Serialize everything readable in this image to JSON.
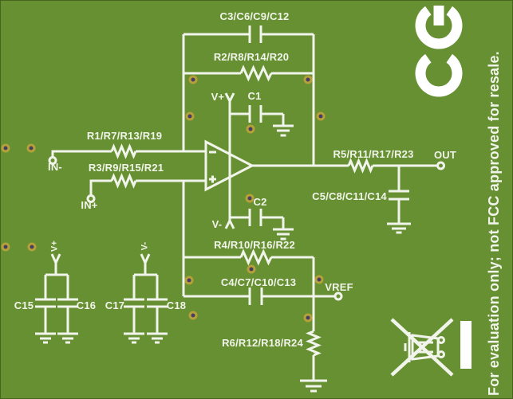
{
  "colors": {
    "board_green": "#679032",
    "silkscreen_white": "#f1f4ea",
    "via_ring_gold": "#b6a139",
    "via_center_purple": "#453e65"
  },
  "schematic": {
    "labels": {
      "c3": "C3/C6/C9/C12",
      "r2": "R2/R8/R14/R20",
      "v_plus": "V+",
      "c1": "C1",
      "r1": "R1/R7/R13/R19",
      "in_minus": "IN-",
      "r3": "R3/R9/R15/R21",
      "in_plus": "IN+",
      "r5": "R5/R11/R17/R23",
      "out": "OUT",
      "c5": "C5/C8/C11/C14",
      "c2": "C2",
      "v_minus": "V-",
      "r4": "R4/R10/R16/R22",
      "c4": "C4/C7/C10/C13",
      "vref": "VREF",
      "r6": "R6/R12/R18/R24",
      "c15": "C15",
      "c16": "C16",
      "c17": "C17",
      "c18": "C18",
      "v_plus_rail": "V+",
      "v_minus_rail": "V-"
    }
  },
  "markings": {
    "ce_mark": "CE",
    "disclaimer": "For evaluation only; not FCC approved for resale.",
    "weee_icon": "crossed-out-wheeled-bin-icon"
  }
}
